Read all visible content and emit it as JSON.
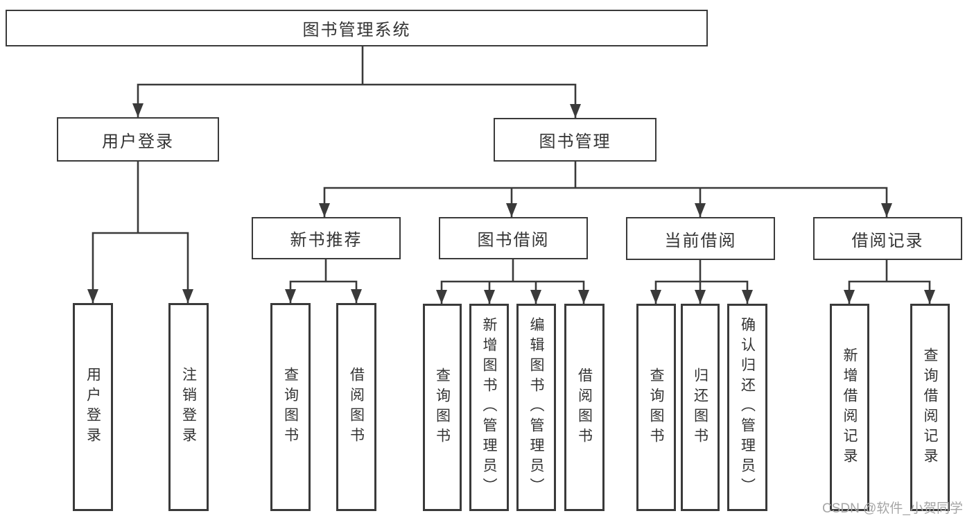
{
  "title": {
    "label": "图书管理系统"
  },
  "tree": {
    "level2": [
      {
        "label": "用户登录",
        "children": [
          {
            "label": "用户登录"
          },
          {
            "label": "注销登录"
          }
        ]
      },
      {
        "label": "图书管理",
        "children": [
          {
            "label": "新书推荐",
            "children": [
              {
                "label": "查询图书"
              },
              {
                "label": "借阅图书"
              }
            ]
          },
          {
            "label": "图书借阅",
            "children": [
              {
                "label": "查询图书"
              },
              {
                "label": "新增图书（管理员）"
              },
              {
                "label": "编辑图书（管理员）"
              },
              {
                "label": "借阅图书"
              }
            ]
          },
          {
            "label": "当前借阅",
            "children": [
              {
                "label": "查询图书"
              },
              {
                "label": "归还图书"
              },
              {
                "label": "确认归还（管理员）"
              }
            ]
          },
          {
            "label": "借阅记录",
            "children": [
              {
                "label": "新增借阅记录"
              },
              {
                "label": "查询借阅记录"
              }
            ]
          }
        ]
      }
    ]
  },
  "watermark": "CSDN @软件_小贺同学",
  "colors": {
    "line": "#3a3a3a",
    "text": "#333333",
    "background": "#ffffff",
    "watermark": "#a6a6a6"
  }
}
